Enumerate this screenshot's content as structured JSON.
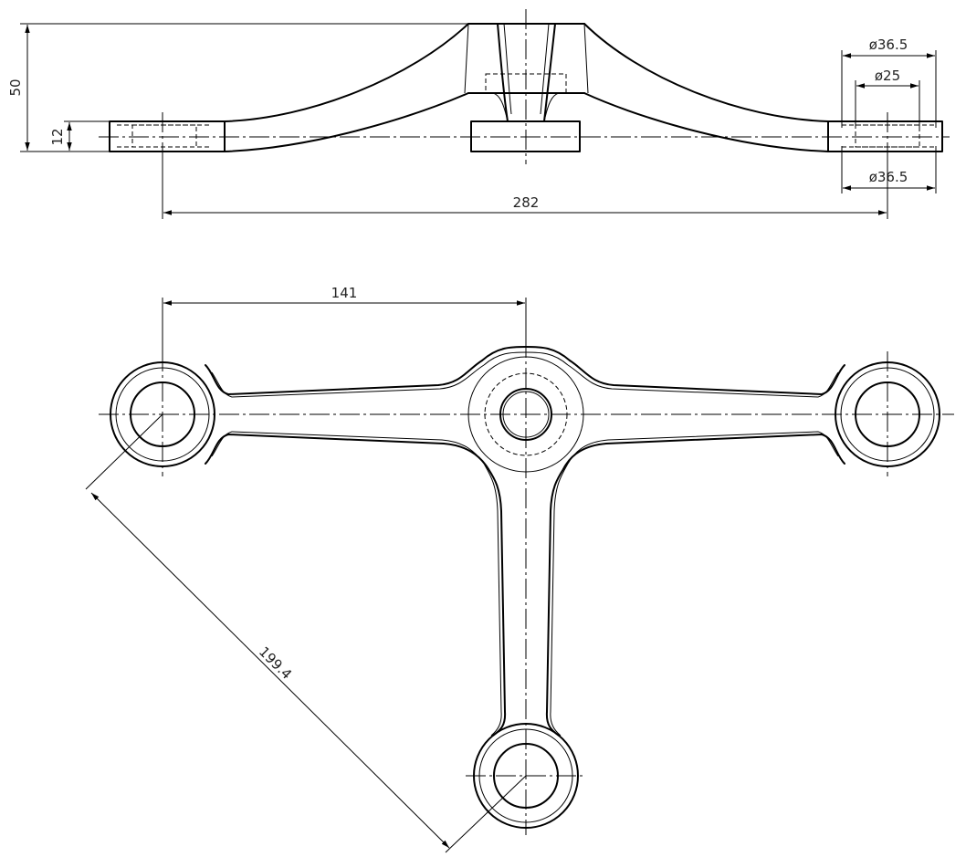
{
  "dimensions": {
    "overall_height": "50",
    "arm_thickness": "12",
    "outer_diameter_top": "ø36.5",
    "inner_diameter": "ø25",
    "outer_diameter_bottom": "ø36.5",
    "span": "282",
    "half_span": "141",
    "diagonal": "199.4"
  }
}
